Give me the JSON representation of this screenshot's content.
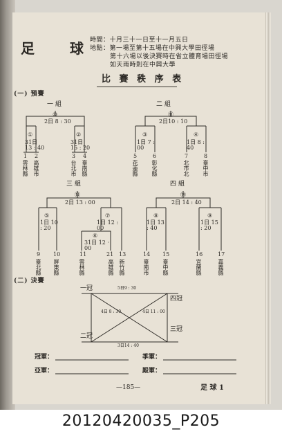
{
  "page": {
    "title": "足 球",
    "info": [
      "時間：十月三十一日至十一月五日",
      "地點：第一場至第十五場在中興大學田徑場",
      "第十六場以後決賽時在省立體育場田徑場",
      "如天雨時則在中興大學"
    ],
    "schedule_heading": "比 賽 秩 序 表",
    "prelim_label": "(一) 預賽",
    "final_label": "(二) 決賽",
    "page_number": "—185—",
    "footer_right": "足 球 1",
    "caption": "20120420035_P205"
  },
  "groups": [
    {
      "name": "一組",
      "final": {
        "num": "⑩",
        "time": "2日 8 : 30"
      },
      "matches": [
        {
          "num": "①",
          "time": "31日 13 : 40"
        },
        {
          "num": "②",
          "time": "31日 15 : 20"
        }
      ],
      "teams": [
        {
          "no": "1",
          "name": "雲林縣"
        },
        {
          "no": "2",
          "name": "高雄市"
        },
        {
          "no": "3",
          "name": "台北市"
        },
        {
          "no": "4",
          "name": "臺南縣"
        }
      ]
    },
    {
      "name": "二組",
      "final": {
        "num": "⑪",
        "time": "2日10 : 10"
      },
      "matches": [
        {
          "num": "③",
          "time": "1日 7 : 00"
        },
        {
          "num": "④",
          "time": "1日 8 : 40"
        }
      ],
      "teams": [
        {
          "no": "5",
          "name": "花蓮縣"
        },
        {
          "no": "6",
          "name": "彰化縣"
        },
        {
          "no": "7",
          "name": "北市北"
        },
        {
          "no": "8",
          "name": "臺中市"
        }
      ]
    },
    {
      "name": "三組",
      "final": {
        "num": "⑬",
        "time": "2日 13 : 00"
      },
      "matches": [
        {
          "num": "⑤",
          "time": "1日 10 : 20"
        },
        {
          "num": "⑦",
          "time": "1日 12 : 00"
        },
        {
          "num": "⑥",
          "time": "31日 12 · 00"
        }
      ],
      "teams": [
        {
          "no": "9",
          "name": "臺北縣"
        },
        {
          "no": "10",
          "name": "屏東縣"
        },
        {
          "no": "11",
          "name": "雲林縣"
        },
        {
          "no": "21",
          "name": "高雄縣"
        },
        {
          "no": "13",
          "name": "新竹縣"
        }
      ]
    },
    {
      "name": "四組",
      "final": {
        "num": "⑭",
        "time": "2日 14 : 40"
      },
      "matches": [
        {
          "num": "⑧",
          "time": "1日 13 : 40"
        },
        {
          "num": "⑨",
          "time": "1日 15 : 20"
        }
      ],
      "teams": [
        {
          "no": "14",
          "name": "臺南市"
        },
        {
          "no": "15",
          "name": "臺中縣"
        },
        {
          "no": "16",
          "name": "宜蘭縣"
        },
        {
          "no": "17",
          "name": "嘉義縣"
        }
      ]
    }
  ],
  "final_round": {
    "corners": [
      "一冠",
      "四冠",
      "二冠",
      "三冠"
    ],
    "top_time": "5日9 : 30",
    "bottom_time": "3日14 : 40",
    "left_time": "4日 8 : 30",
    "right_time": "4日 11 : 00"
  },
  "results": {
    "champion": "冠軍：",
    "second": "亞軍：",
    "third": "季軍：",
    "fourth": "殿軍："
  }
}
